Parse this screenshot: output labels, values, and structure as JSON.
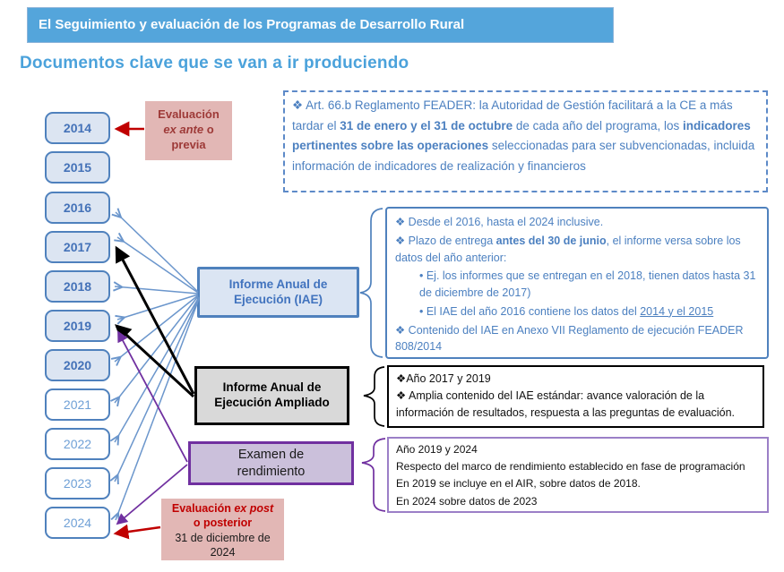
{
  "colors": {
    "header_blue": "#54A5DB",
    "title_blue": "#4BA2DB",
    "timeline_border_blue": "#4F81BD",
    "timeline_fill_blue": "#DCE5F2",
    "note_text_blue": "#4C80C0",
    "eval_pink": "#E2B7B5",
    "eval_dark_red": "#9E3A38",
    "eval_bright_red": "#C00000",
    "ampliado_gray": "#D9D9D9",
    "examen_purple_fill": "#CBC0DB",
    "examen_purple_border": "#7030A0"
  },
  "header": {
    "title": "El Seguimiento  y evaluación de los Programas  de Desarrollo Rural"
  },
  "page_title": "Documentos clave que se van a ir produciendo",
  "timeline": {
    "years": [
      "2014",
      "2015",
      "2016",
      "2017",
      "2018",
      "2019",
      "2020",
      "2021",
      "2022",
      "2023",
      "2024"
    ],
    "filled_years_count": 7
  },
  "ex_ante_box": {
    "line1": "Evaluación",
    "line2_italic": "ex ante",
    "line2_rest": " o",
    "line3": "previa"
  },
  "feader_note": {
    "s1": "❖ Art. 66.b  Reglamento FEADER: la Autoridad de Gestión facilitará a la CE a más tardar el ",
    "s2_bold": "31 de enero y el 31 de octubre",
    "s3": " de cada año del programa, los ",
    "s4_bold": "indicadores pertinentes  sobre las operaciones",
    "s5": " seleccionadas para ser subvencionadas, incluida información de indicadores de realización y financieros"
  },
  "iae_box": {
    "label": "Informe Anual de Ejecución (IAE)"
  },
  "iae_details": {
    "b1": "❖ Desde el 2016, hasta el 2024 inclusive.",
    "b2_pre": "❖ Plazo  de entrega ",
    "b2_bold": "antes del 30 de junio",
    "b2_post": ", el informe versa sobre los datos  del año anterior:",
    "sub1": "• Ej. los informes que se entregan en el 2018, tienen datos hasta 31 de diciembre de 2017)",
    "sub2_pre": "• El IAE del año 2016 contiene los datos del ",
    "sub2_underline": "2014 y el 2015",
    "b3": "❖ Contenido del IAE en Anexo VII Reglamento de ejecución FEADER 808/2014"
  },
  "ampliado_box": {
    "label": "Informe Anual de Ejecución Ampliado"
  },
  "ampliado_details": {
    "l1": "❖Año 2017 y 2019",
    "l2": "❖ Amplia  contenido del IAE  estándar:  avance valoración de la información de resultados, respuesta a las preguntas  de evaluación."
  },
  "examen_box": {
    "label": "Examen de rendimiento"
  },
  "examen_details": {
    "l1": "Año 2019 y 2024",
    "l2": "Respecto del marco de rendimiento  establecido en fase de programación",
    "l3": "En 2019 se incluye  en el AIR, sobre datos de 2018.",
    "l4": "En 2024 sobre  datos de 2023"
  },
  "ex_post_box": {
    "line1_pre": "Evaluación ",
    "line1_italic": "ex post",
    "line2": "o posterior",
    "line3": "31 de diciembre de",
    "line4": "2024"
  }
}
